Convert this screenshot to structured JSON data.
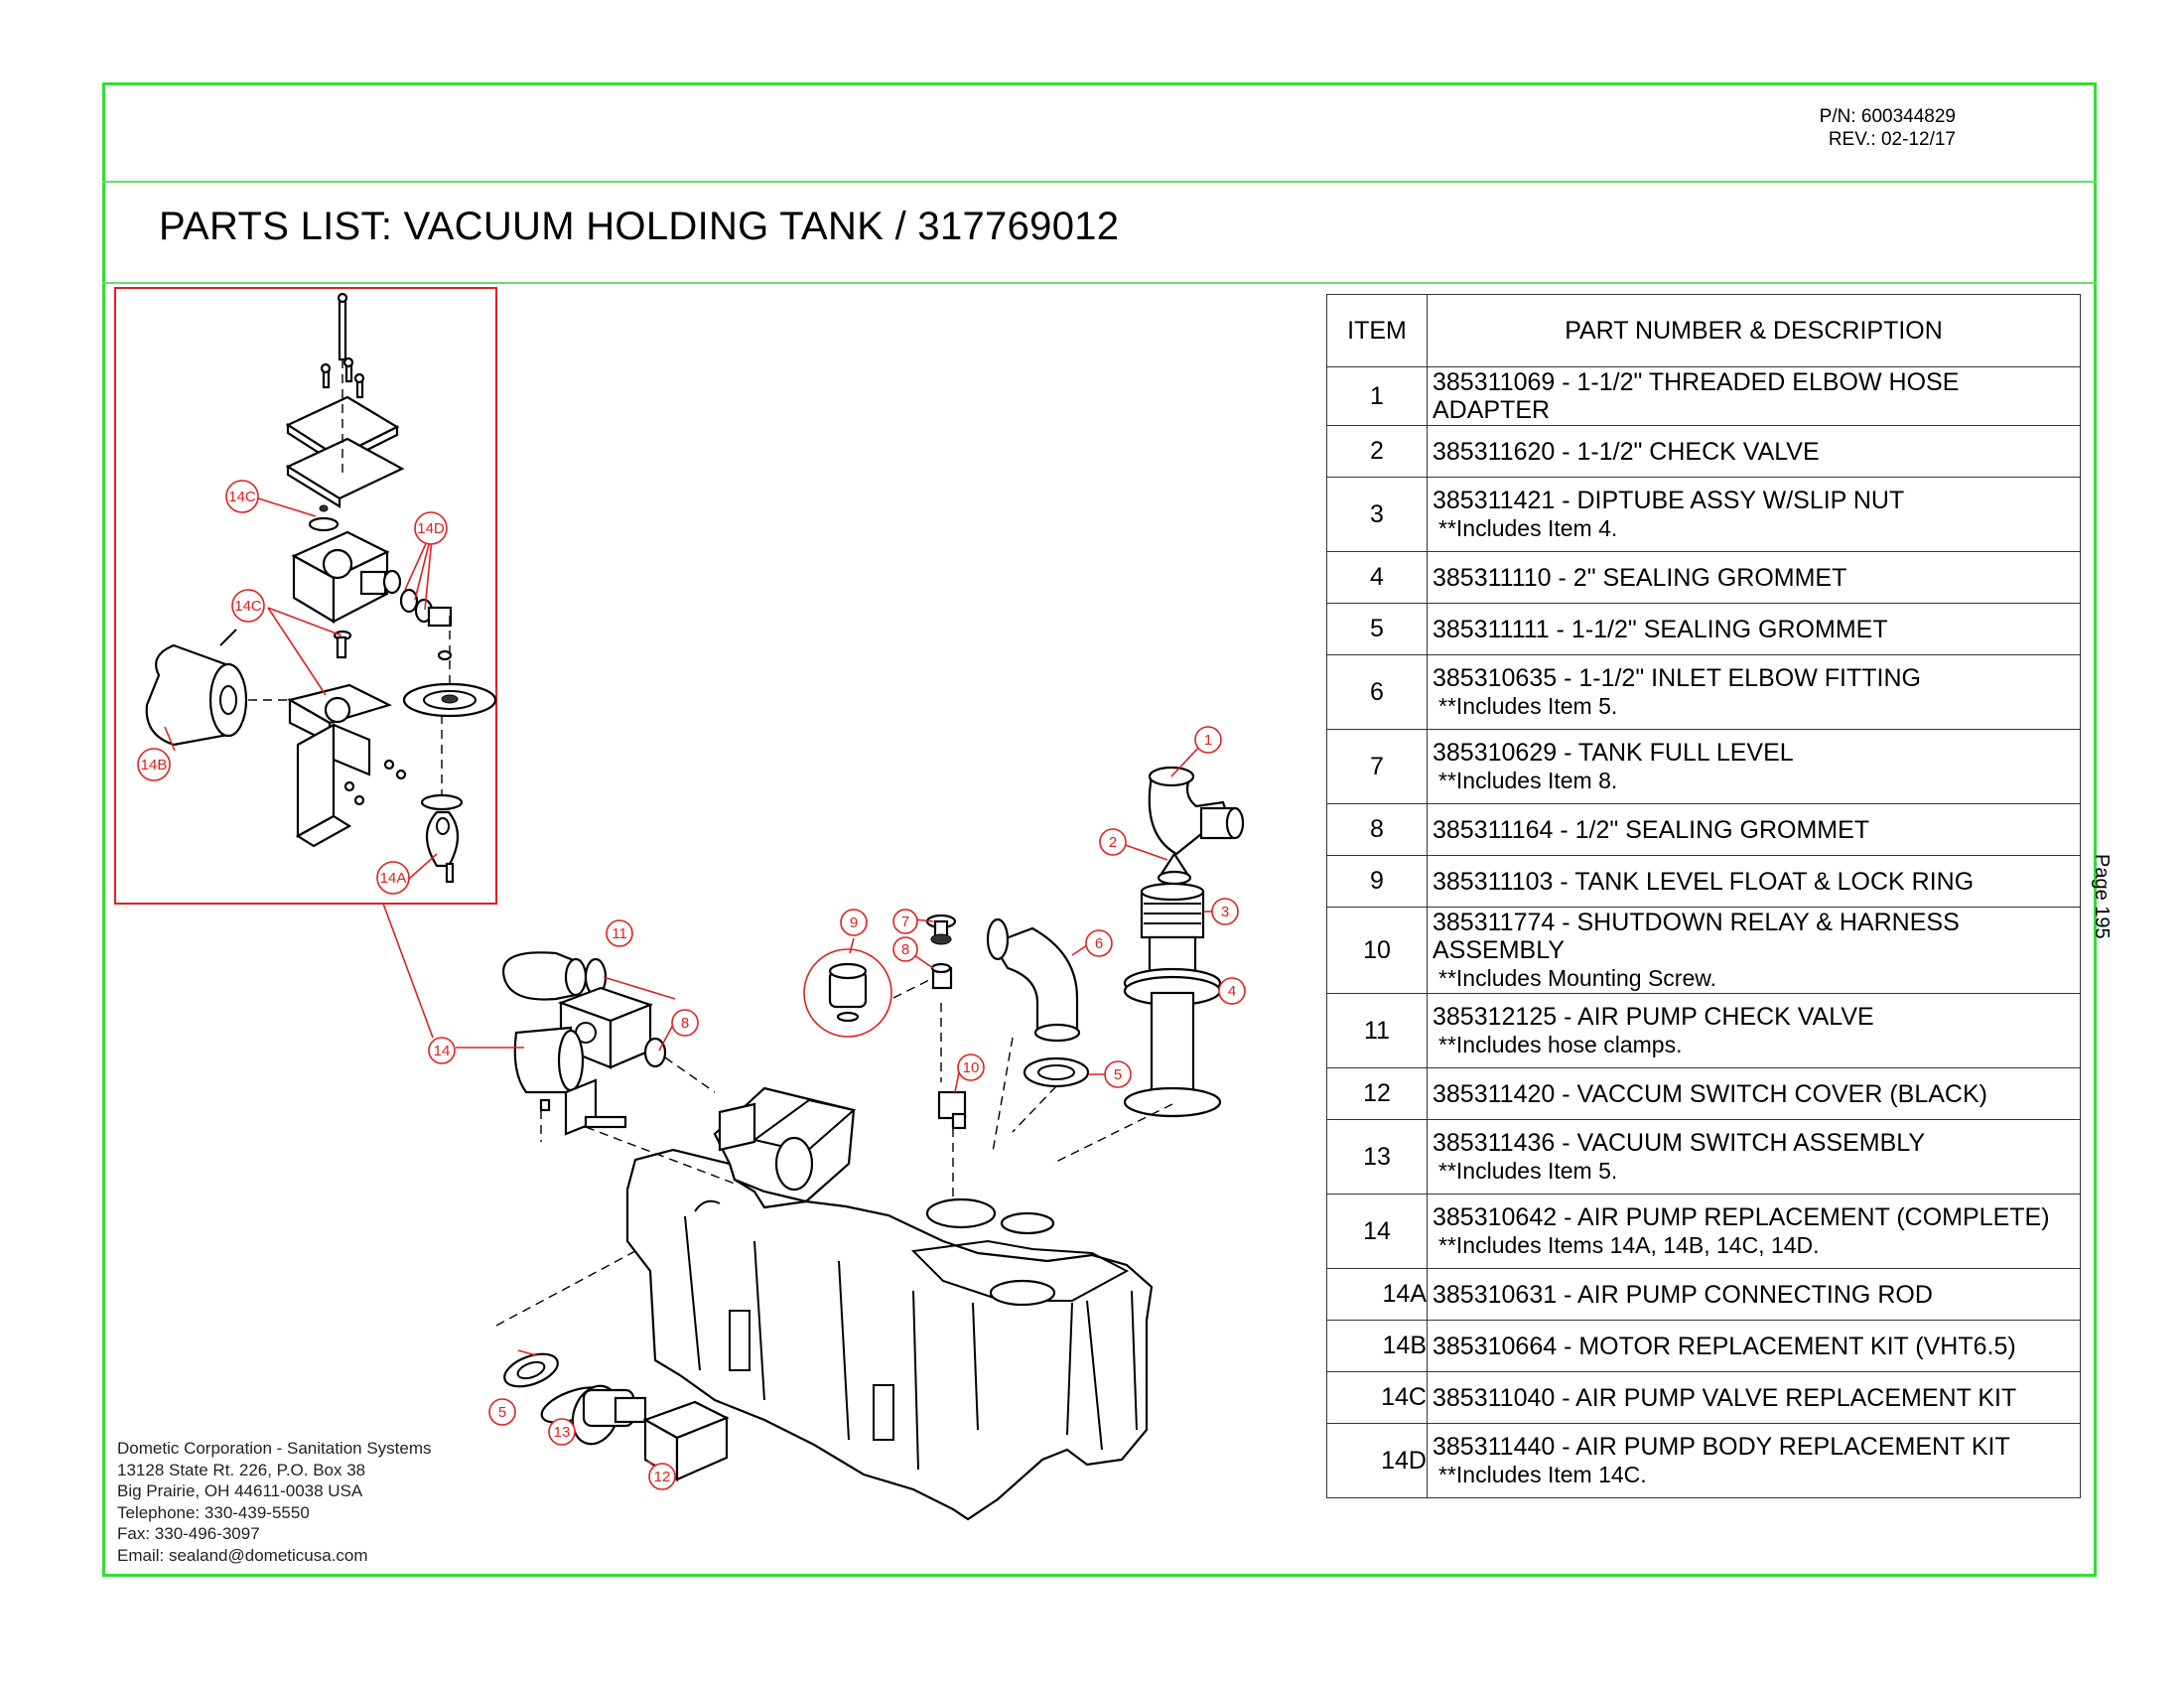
{
  "header": {
    "part_number": "P/N: 600344829",
    "revision": "REV.: 02-12/17",
    "title": "PARTS LIST:  VACUUM HOLDING TANK / 317769012",
    "page": "Page 195"
  },
  "table": {
    "col_item": "ITEM",
    "col_desc": "PART NUMBER & DESCRIPTION",
    "rows": [
      {
        "item": "1",
        "desc": "385311069 - 1-1/2\" THREADED ELBOW HOSE ADAPTER",
        "note": ""
      },
      {
        "item": "2",
        "desc": "385311620 - 1-1/2\" CHECK VALVE",
        "note": ""
      },
      {
        "item": "3",
        "desc": "385311421 - DIPTUBE ASSY W/SLIP NUT",
        "note": "**Includes Item 4."
      },
      {
        "item": "4",
        "desc": "385311110 - 2\" SEALING GROMMET",
        "note": ""
      },
      {
        "item": "5",
        "desc": "385311111 - 1-1/2\" SEALING GROMMET",
        "note": ""
      },
      {
        "item": "6",
        "desc": "385310635 - 1-1/2\" INLET ELBOW FITTING",
        "note": "**Includes Item 5."
      },
      {
        "item": "7",
        "desc": "385310629 - TANK FULL LEVEL",
        "note": "**Includes Item 8."
      },
      {
        "item": "8",
        "desc": "385311164 - 1/2\" SEALING GROMMET",
        "note": ""
      },
      {
        "item": "9",
        "desc": "385311103 - TANK LEVEL FLOAT & LOCK RING",
        "note": ""
      },
      {
        "item": "10",
        "desc": "385311774 - SHUTDOWN RELAY & HARNESS ASSEMBLY",
        "note": "**Includes Mounting Screw."
      },
      {
        "item": "11",
        "desc": "385312125 - AIR PUMP CHECK VALVE",
        "note": "**Includes hose clamps."
      },
      {
        "item": "12",
        "desc": "385311420 - VACCUM SWITCH COVER (BLACK)",
        "note": ""
      },
      {
        "item": "13",
        "desc": "385311436 - VACUUM SWITCH ASSEMBLY",
        "note": "**Includes Item 5."
      },
      {
        "item": "14",
        "desc": "385310642 - AIR PUMP REPLACEMENT (COMPLETE)",
        "note": "**Includes Items 14A, 14B, 14C, 14D."
      },
      {
        "item": "14A",
        "desc": "385310631 - AIR PUMP CONNECTING ROD",
        "note": ""
      },
      {
        "item": "14B",
        "desc": "385310664 - MOTOR REPLACEMENT KIT (VHT6.5)",
        "note": ""
      },
      {
        "item": "14C",
        "desc": "385311040 - AIR PUMP VALVE REPLACEMENT KIT",
        "note": ""
      },
      {
        "item": "14D",
        "desc": "385311440 - AIR PUMP BODY REPLACEMENT KIT",
        "note": "**Includes Item 14C."
      }
    ]
  },
  "callouts": {
    "c1": "1",
    "c2": "2",
    "c3": "3",
    "c4": "4",
    "c5a": "5",
    "c5b": "5",
    "c6": "6",
    "c7": "7",
    "c8a": "8",
    "c8b": "8",
    "c9": "9",
    "c10": "10",
    "c11": "11",
    "c12": "12",
    "c13": "13",
    "c14": "14",
    "c14a": "14A",
    "c14b": "14B",
    "c14c1": "14C",
    "c14c2": "14C",
    "c14d": "14D"
  },
  "footer": {
    "company": "Dometic Corporation - Sanitation Systems",
    "address1": "13128 State Rt. 226, P.O. Box 38",
    "address2": "Big Prairie, OH 44611-0038 USA",
    "telephone": "Telephone: 330-439-5550",
    "fax": "Fax: 330-496-3097",
    "email": "Email: sealand@dometicusa.com"
  },
  "colors": {
    "frame": "#33dd33",
    "callout": "#e02020",
    "line": "#000000"
  }
}
